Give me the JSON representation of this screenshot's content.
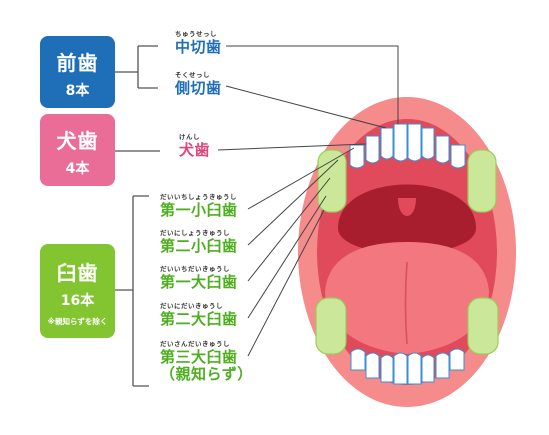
{
  "categories": {
    "front": {
      "title": "前歯",
      "count": "8本",
      "color": "#1f6fb8"
    },
    "canine": {
      "title": "犬歯",
      "count": "4本",
      "color": "#ea6d97"
    },
    "molar": {
      "title": "臼歯",
      "count": "16本",
      "note": "※親知らずを除く",
      "color": "#83c531"
    }
  },
  "teeth": {
    "central_incisor": {
      "ruby": "ちゅうせっし",
      "name": "中切歯"
    },
    "lateral_incisor": {
      "ruby": "そくせっし",
      "name": "側切歯"
    },
    "canine": {
      "ruby": "けんし",
      "name": "犬歯"
    },
    "first_premolar": {
      "ruby": "だいいちしょうきゅうし",
      "name": "第一小臼歯"
    },
    "second_premolar": {
      "ruby": "だいにしょうきゅうし",
      "name": "第二小臼歯"
    },
    "first_molar": {
      "ruby": "だいいちだいきゅうし",
      "name": "第一大臼歯"
    },
    "second_molar": {
      "ruby": "だいにだいきゅうし",
      "name": "第二大臼歯"
    },
    "third_molar": {
      "ruby": "だいさんだいきゅうし",
      "name": "第三大臼歯",
      "name2": "（親知らず）"
    }
  },
  "colors": {
    "lip": "#f58b8b",
    "mouth": "#e04a5a",
    "throat": "#a81e2e",
    "tongue": "#f2777f",
    "molar_highlight": "#cbe89a",
    "tooth": "#ffffff",
    "tooth_outline": "#3a8fd8"
  }
}
